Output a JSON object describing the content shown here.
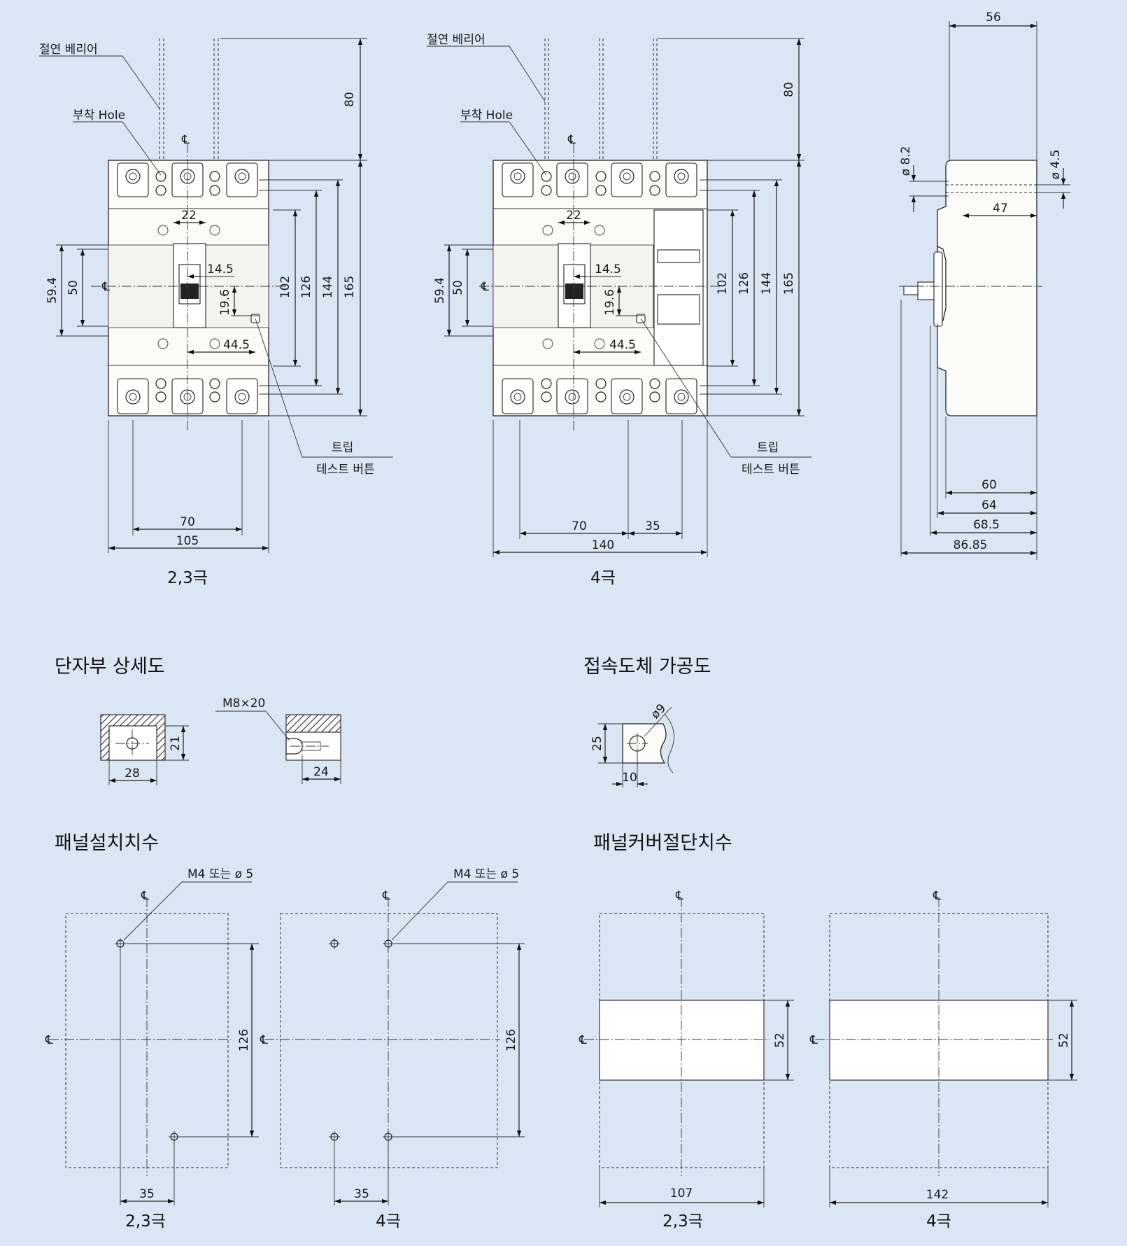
{
  "labels": {
    "insulation_barrier": "절연 베리어",
    "mount_hole": "부착 Hole",
    "trip_line1": "트립",
    "trip_line2": "테스트 버튼",
    "centerline": "℄",
    "caption_23": "2,3극",
    "caption_4": "4극"
  },
  "sections": {
    "terminal_detail": "단자부 상세도",
    "conductor_machining": "접속도체 가공도",
    "panel_install": "패널설치치수",
    "panel_cover_cut": "패널커버절단치수"
  },
  "dims_front": {
    "d80": "80",
    "d22": "22",
    "d14_5": "14.5",
    "d19_6": "19.6",
    "d44_5": "44.5",
    "d59_4": "59.4",
    "d50": "50",
    "d102": "102",
    "d126": "126",
    "d144": "144",
    "d165": "165",
    "d70": "70",
    "d105": "105",
    "d35": "35",
    "d140": "140"
  },
  "dims_side": {
    "d56": "56",
    "phi8_2": "ø 8.2",
    "phi4_5": "ø 4.5",
    "d47": "47",
    "d60": "60",
    "d64": "64",
    "d68_5": "68.5",
    "d86_85": "86.85"
  },
  "dims_terminal": {
    "m8x20": "M8×20",
    "d21": "21",
    "d28": "28",
    "d24": "24"
  },
  "dims_conductor": {
    "phi9": "ø9",
    "d25": "25",
    "d10": "10"
  },
  "dims_panel": {
    "hole_note": "M4 또는 ø 5",
    "d126": "126",
    "d35": "35"
  },
  "dims_cover": {
    "d52": "52",
    "d107": "107",
    "d142": "142"
  }
}
